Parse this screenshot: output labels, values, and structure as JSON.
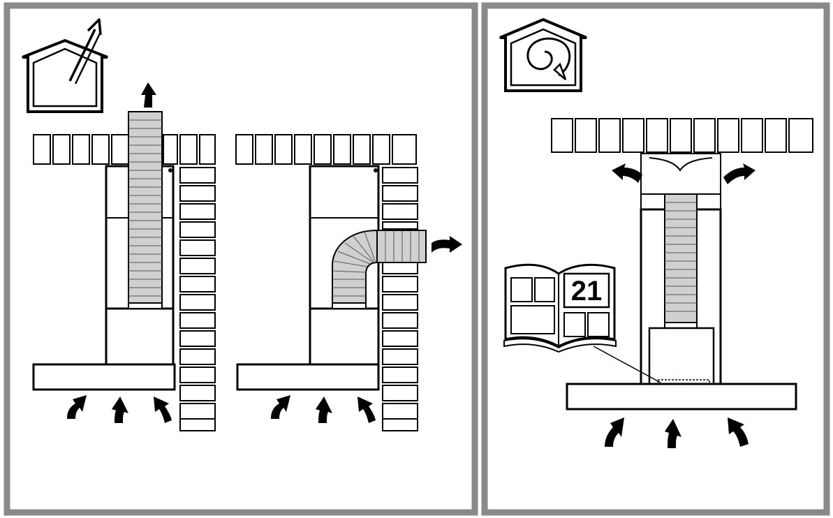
{
  "colors": {
    "frame": "#8a8a8a",
    "stroke": "#000000",
    "duct_fill": "#d0d0d0",
    "background": "#ffffff"
  },
  "panels": [
    {
      "mode": "ducted-extraction",
      "icon": "house-exhaust-arrow-icon",
      "variants": [
        "vertical-duct-through-ceiling",
        "elbow-duct-through-wall"
      ]
    },
    {
      "mode": "recirculation",
      "icon": "house-recirculation-spiral-icon",
      "manual_reference": {
        "page": "21"
      }
    }
  ]
}
